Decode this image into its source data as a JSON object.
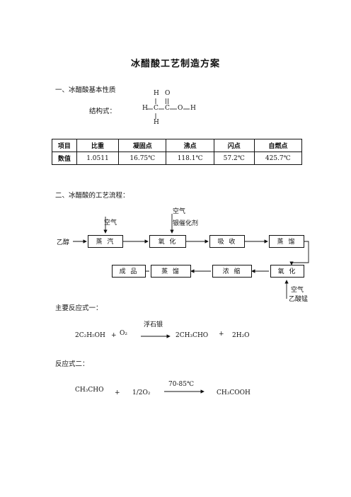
{
  "title": "冰醋酸工艺制造方案",
  "section1": {
    "heading": "一、冰醋酸基本性质",
    "structure_label": "结构式：",
    "molecule": {
      "top_h": "H",
      "top_o": "O",
      "h_left": "H",
      "c1": "C",
      "c2": "C",
      "o": "O",
      "h_right": "H",
      "bottom_h": "H"
    }
  },
  "properties_table": {
    "headers": [
      "项目",
      "比重",
      "凝固点",
      "沸点",
      "闪点",
      "自燃点"
    ],
    "row": [
      "数值",
      "1.0511",
      "16.75℃",
      "118.1℃",
      "57.2℃",
      "425.7℃"
    ]
  },
  "section2": {
    "heading": "二、冰醋酸的工艺流程：",
    "inputs": {
      "air1": "空气",
      "air2": "空气",
      "catalyst": "银催化剂",
      "ethanol": "乙醇",
      "air3": "空气",
      "manganese": "乙酸锰"
    },
    "boxes": [
      "蒸 汽",
      "氧 化",
      "吸 收",
      "蒸 馏",
      "成 品",
      "蒸 馏",
      "浓 缩",
      "氧 化"
    ]
  },
  "reaction1": {
    "heading": "主要反应式一：",
    "catalyst": "浮石银",
    "reactant1": "2C₂H₅OH",
    "plus1": "+",
    "reactant2": "O₂",
    "product1": "2CH₃CHO",
    "plus2": "+",
    "product2": "2H₂O"
  },
  "reaction2": {
    "heading": "反应式二：",
    "condition": "70-85℃",
    "reactant1": "CH₃CHO",
    "plus1": "+",
    "reactant2": "1/2O₂",
    "product": "CH₃COOH"
  }
}
